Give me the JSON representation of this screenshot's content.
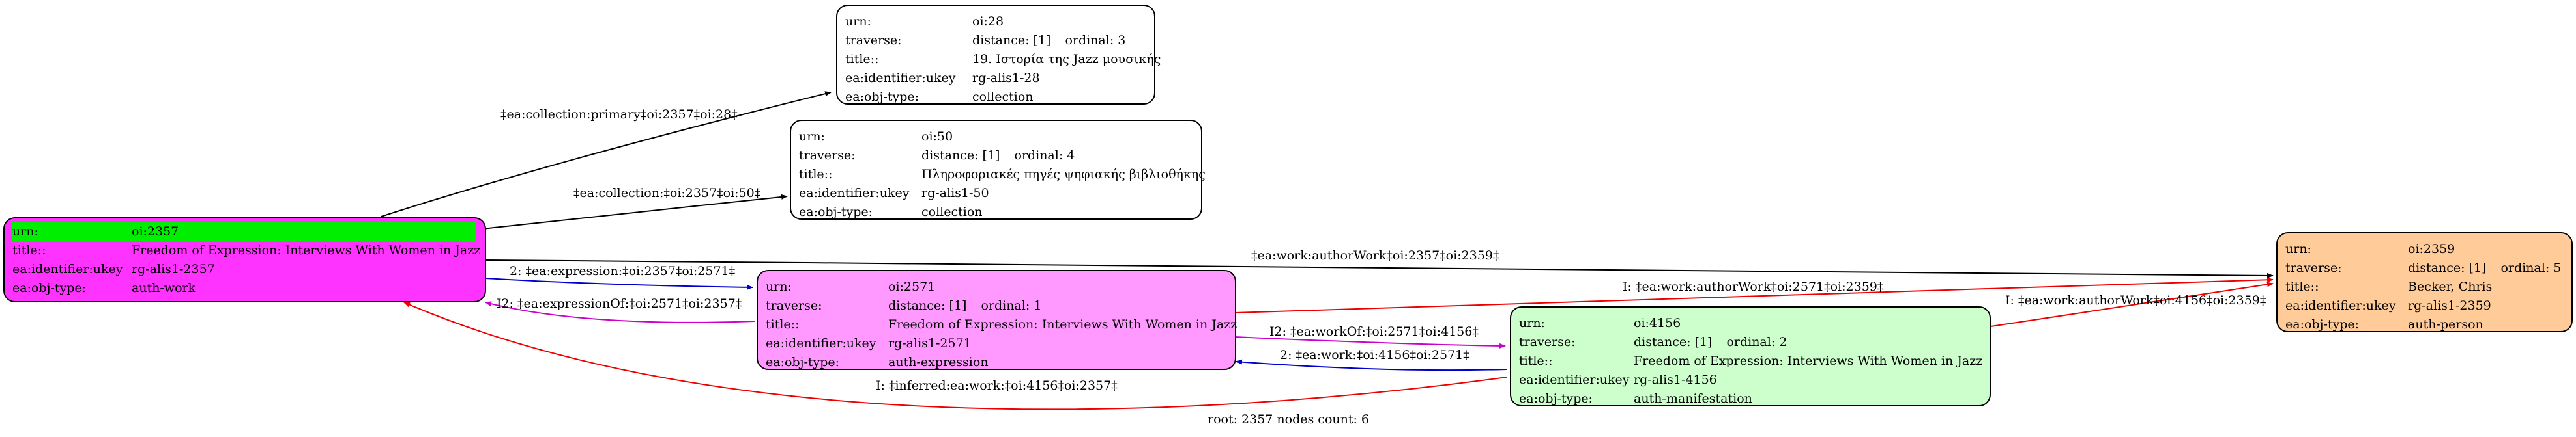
{
  "nodes": {
    "n2357": {
      "color": "#ff33ff",
      "rows": [
        {
          "key": "urn:",
          "value": "oi:2357"
        },
        {
          "key": "title::",
          "value": "Freedom of Expression: Interviews With Women in Jazz"
        },
        {
          "key": "ea:identifier:ukey",
          "value": "rg-alis1-2357"
        },
        {
          "key": "ea:obj-type:",
          "value": "auth-work"
        }
      ]
    },
    "n28": {
      "color": "#ffffff",
      "rows": [
        {
          "key": "urn:",
          "value": "oi:28"
        },
        {
          "key": "traverse:",
          "value": "distance: [1]",
          "extra": "ordinal: 3"
        },
        {
          "key": "title::",
          "value": "19. Ιστορία της Jazz μουσικής"
        },
        {
          "key": "ea:identifier:ukey",
          "value": "rg-alis1-28"
        },
        {
          "key": "ea:obj-type:",
          "value": "collection"
        }
      ]
    },
    "n50": {
      "color": "#ffffff",
      "rows": [
        {
          "key": "urn:",
          "value": "oi:50"
        },
        {
          "key": "traverse:",
          "value": "distance: [1]",
          "extra": "ordinal: 4"
        },
        {
          "key": "title::",
          "value": "Πληροφοριακές πηγές ψηφιακής βιβλιοθήκης"
        },
        {
          "key": "ea:identifier:ukey",
          "value": "rg-alis1-50"
        },
        {
          "key": "ea:obj-type:",
          "value": "collection"
        }
      ]
    },
    "n2571": {
      "color": "#ff99ff",
      "rows": [
        {
          "key": "urn:",
          "value": "oi:2571"
        },
        {
          "key": "traverse:",
          "value": "distance: [1]",
          "extra": "ordinal: 1"
        },
        {
          "key": "title::",
          "value": "Freedom of Expression: Interviews With Women in Jazz"
        },
        {
          "key": "ea:identifier:ukey",
          "value": "rg-alis1-2571"
        },
        {
          "key": "ea:obj-type:",
          "value": "auth-expression"
        }
      ]
    },
    "n4156": {
      "color": "#ccffcc",
      "rows": [
        {
          "key": "urn:",
          "value": "oi:4156"
        },
        {
          "key": "traverse:",
          "value": "distance: [1]",
          "extra": "ordinal: 2"
        },
        {
          "key": "title::",
          "value": "Freedom of Expression: Interviews With Women in Jazz"
        },
        {
          "key": "ea:identifier:ukey",
          "value": "rg-alis1-4156"
        },
        {
          "key": "ea:obj-type:",
          "value": "auth-manifestation"
        }
      ]
    },
    "n2359": {
      "color": "#ffcc99",
      "rows": [
        {
          "key": "urn:",
          "value": "oi:2359"
        },
        {
          "key": "traverse:",
          "value": "distance: [1]",
          "extra": "ordinal: 5"
        },
        {
          "key": "title::",
          "value": "Becker, Chris"
        },
        {
          "key": "ea:identifier:ukey",
          "value": "rg-alis1-2359"
        },
        {
          "key": "ea:obj-type:",
          "value": "auth-person"
        }
      ]
    }
  },
  "edges": {
    "coll_primary": {
      "label": "‡ea:collection:primary‡oi:2357‡oi:28‡",
      "color": "#000000"
    },
    "coll": {
      "label": "‡ea:collection:‡oi:2357‡oi:50‡",
      "color": "#000000"
    },
    "author": {
      "label": "‡ea:work:authorWork‡oi:2357‡oi:2359‡",
      "color": "#000000"
    },
    "expression": {
      "label": "2: ‡ea:expression:‡oi:2357‡oi:2571‡",
      "color": "#0000cc"
    },
    "expressionOf": {
      "label": "I2: ‡ea:expressionOf:‡oi:2571‡oi:2357‡",
      "color": "#cc00cc"
    },
    "inf_author_2571": {
      "label": "I: ‡ea:work:authorWork‡oi:2571‡oi:2359‡",
      "color": "#ee0000"
    },
    "workOf": {
      "label": "I2: ‡ea:workOf:‡oi:2571‡oi:4156‡",
      "color": "#cc00cc"
    },
    "work": {
      "label": "2: ‡ea:work:‡oi:4156‡oi:2571‡",
      "color": "#0000cc"
    },
    "inf_work": {
      "label": "I: ‡inferred:ea:work:‡oi:4156‡oi:2357‡",
      "color": "#ee0000"
    },
    "inf_author_4156": {
      "label": "I: ‡ea:work:authorWork‡oi:4156‡oi:2359‡",
      "color": "#ee0000"
    }
  },
  "footer": "root: 2357 nodes count: 6"
}
